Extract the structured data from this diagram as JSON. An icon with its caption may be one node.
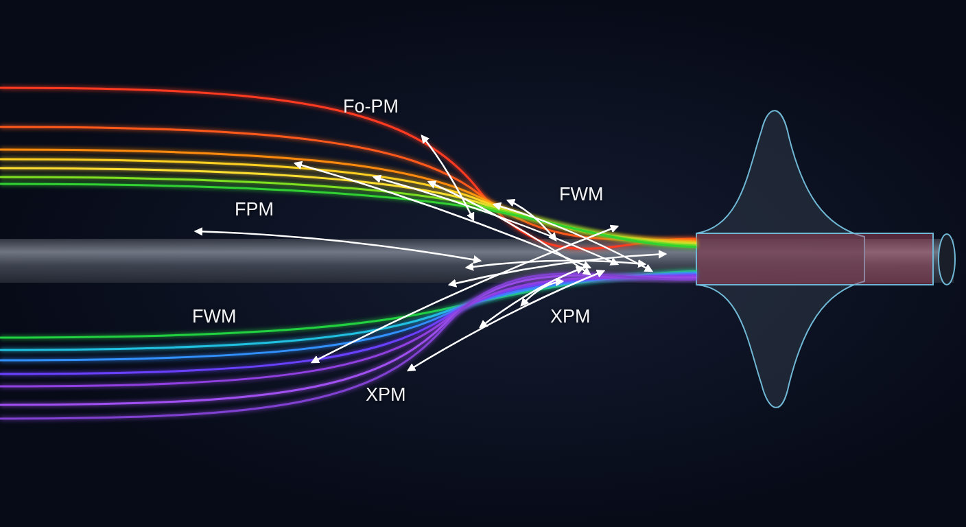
{
  "diagram": {
    "labels": [
      "Fo-PM",
      "FWM",
      "FPM",
      "FWM",
      "XPM",
      "XPM"
    ]
  }
}
